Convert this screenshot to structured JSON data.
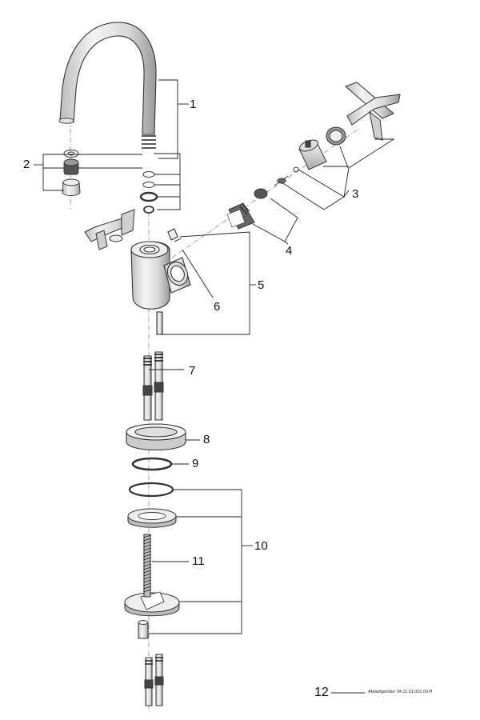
{
  "callouts": [
    {
      "number": "1"
    },
    {
      "number": "2"
    },
    {
      "number": "3"
    },
    {
      "number": "4"
    },
    {
      "number": "5"
    },
    {
      "number": "6"
    },
    {
      "number": "7"
    },
    {
      "number": "8"
    },
    {
      "number": "9"
    },
    {
      "number": "10"
    },
    {
      "number": "11"
    },
    {
      "number": "12"
    }
  ],
  "footnote": {
    "text": "Ablaufgarnitur 04.11.01.001.00-ff"
  }
}
